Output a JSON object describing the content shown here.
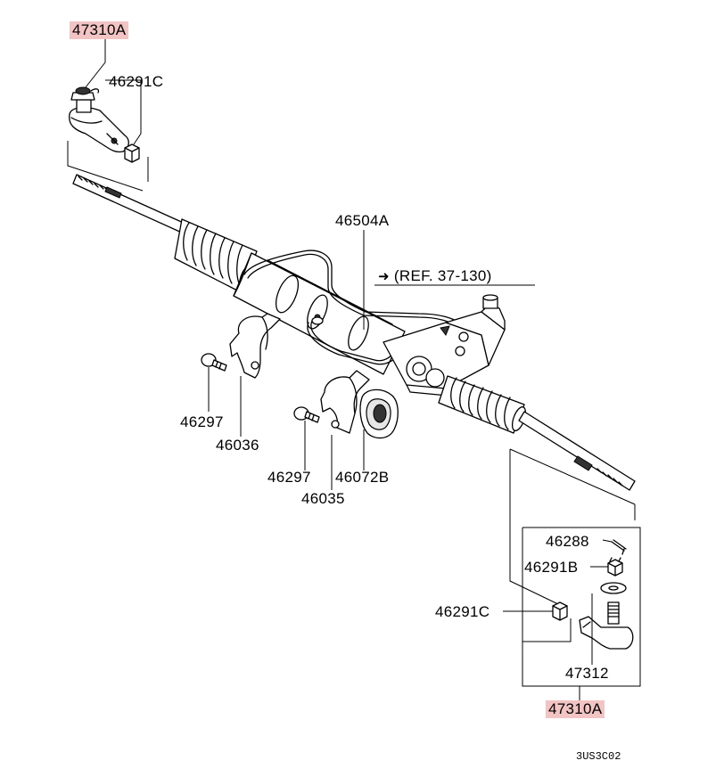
{
  "labels": {
    "tie_rod_end_assy_top": "47310A",
    "nut_top": "46291C",
    "tube_set": "46504A",
    "reference": "(REF. 37-130)",
    "bolt_left": "46297",
    "clamp_left": "46036",
    "bolt_center": "46297",
    "bushing": "46072B",
    "clamp_center": "46035",
    "cotter_pin": "46288",
    "castle_nut": "46291B",
    "nut_bottom": "46291C",
    "tie_rod_end": "47312",
    "tie_rod_end_assy_bottom": "47310A",
    "diagram_code": "3US3C02"
  },
  "colors": {
    "highlight": "#f2c4c4",
    "line": "#000000",
    "background": "#ffffff"
  }
}
